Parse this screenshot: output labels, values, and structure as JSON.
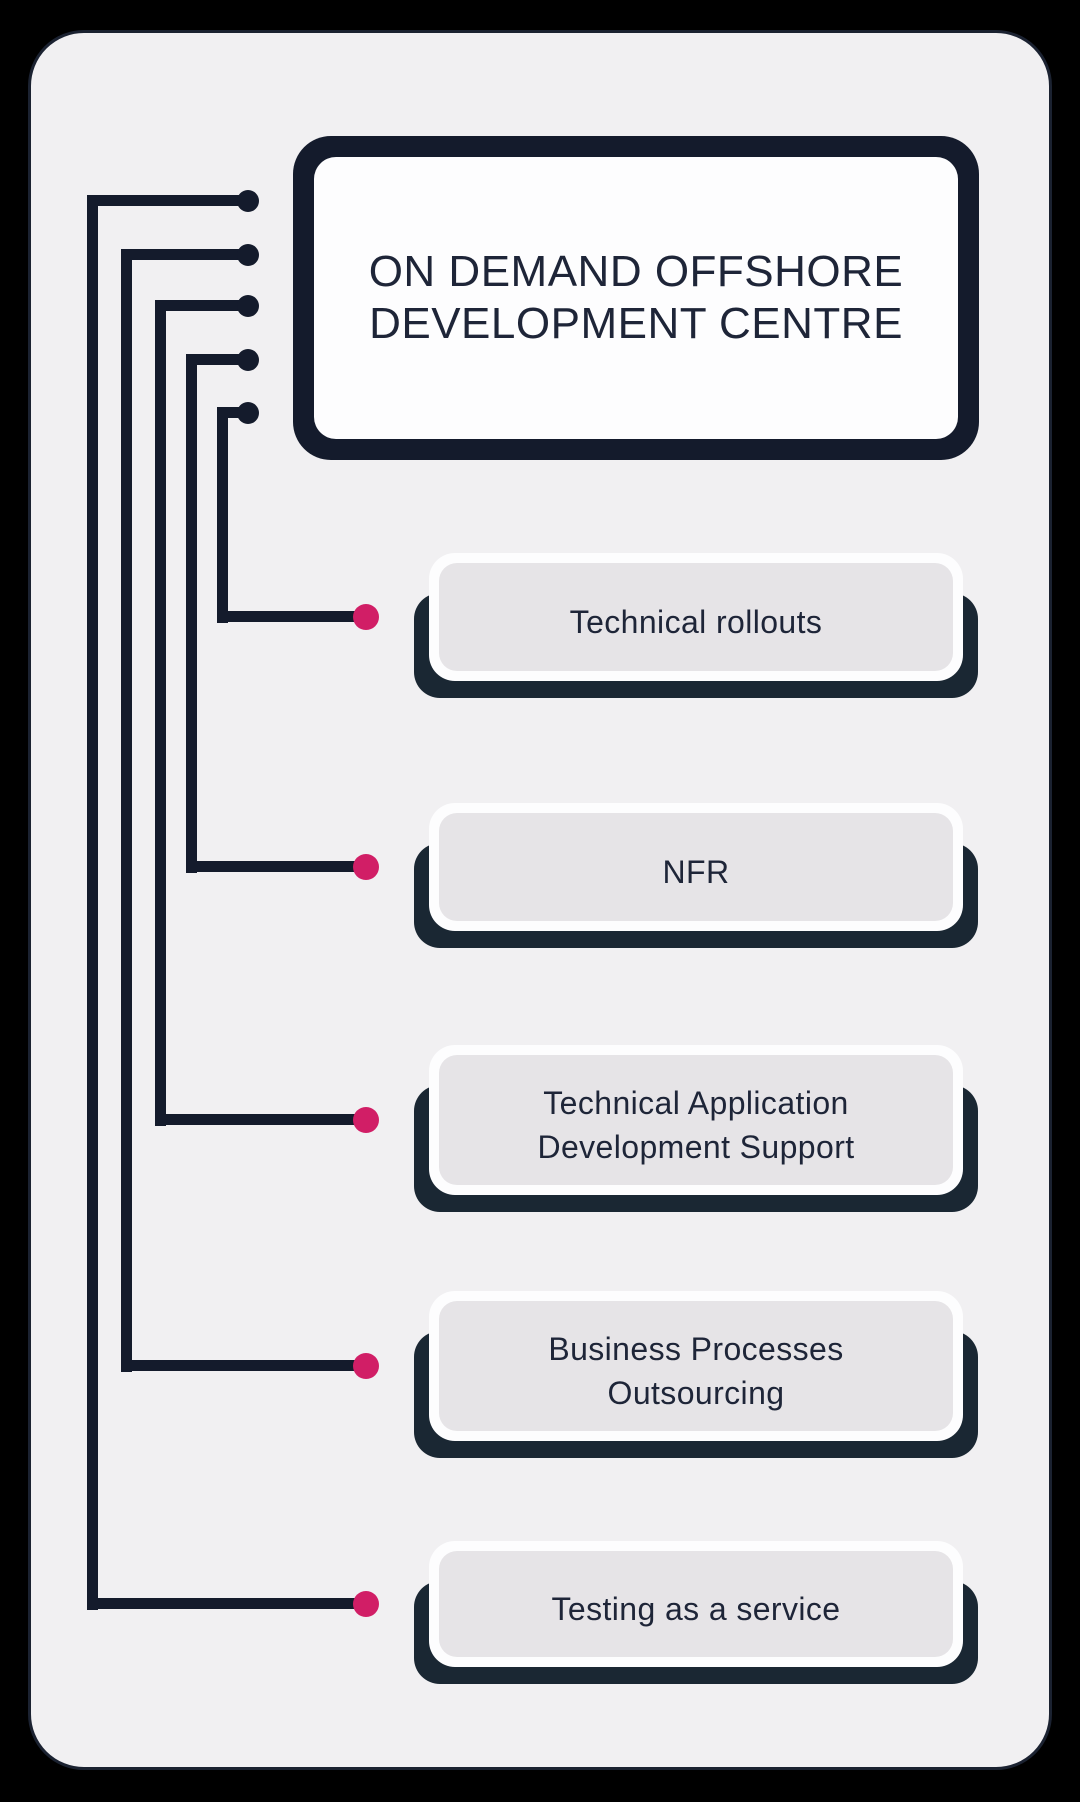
{
  "theme": {
    "page-bg": "#000000",
    "card-bg": "#f1f0f2",
    "navy": "#141b2c",
    "shadow-navy": "#1a2733",
    "accent-pink": "#d11e66",
    "box-fill": "#e6e4e7",
    "box-border": "#fdfdfe",
    "text-color": "#1e2538"
  },
  "diagram": {
    "type": "tree",
    "root": {
      "label": "ON DEMAND OFFSHORE DEVELOPMENT CENTRE"
    },
    "children": [
      {
        "label": "Technical rollouts"
      },
      {
        "label": "NFR"
      },
      {
        "label": "Technical Application Development Support"
      },
      {
        "label": "Business Processes Outsourcing"
      },
      {
        "label": "Testing as a service"
      }
    ]
  }
}
